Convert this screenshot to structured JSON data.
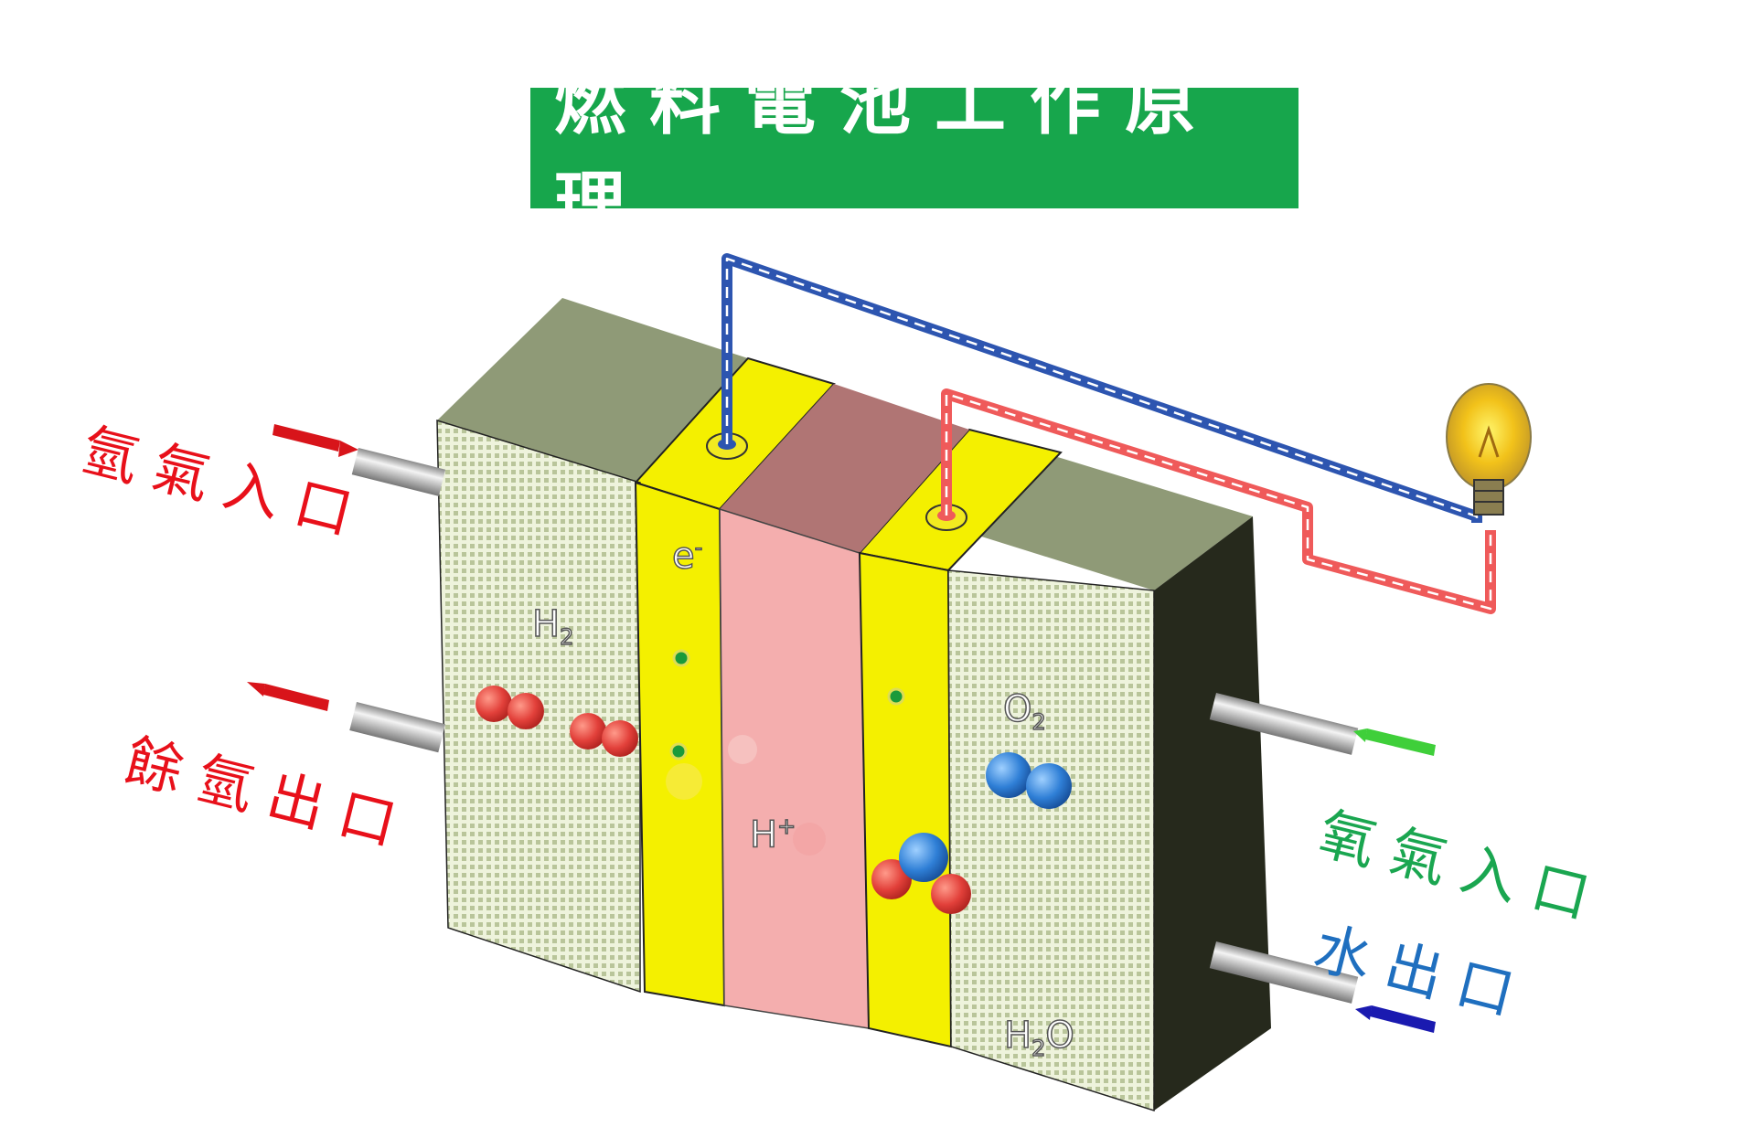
{
  "title": "燃料電池工作原理",
  "labels": {
    "hydrogen_inlet": "氫氣入口",
    "hydrogen_outlet": "餘氫出口",
    "oxygen_inlet": "氧氣入口",
    "water_outlet": "水出口"
  },
  "species": {
    "h2": {
      "base": "H",
      "sub": "2"
    },
    "electron": {
      "base": "e",
      "sup": "-"
    },
    "proton": {
      "base": "H",
      "sup": "+"
    },
    "o2": {
      "base": "O",
      "sub": "2"
    },
    "water": {
      "base": "H",
      "sub": "2",
      "tail": "O"
    }
  },
  "colors": {
    "title_bg": "#17a64c",
    "hydrogen_label": "#e8101a",
    "oxygen_label": "#1aa650",
    "water_label": "#1f6fbf",
    "electrode": "#f4f000",
    "membrane": "#f4aeae",
    "plate": "#d9e3bf",
    "anode_wire": "#2d55b0",
    "cathode_wire": "#ef5a5a"
  },
  "icons": [
    "light-bulb-icon",
    "arrow-in-icon",
    "arrow-out-icon"
  ]
}
